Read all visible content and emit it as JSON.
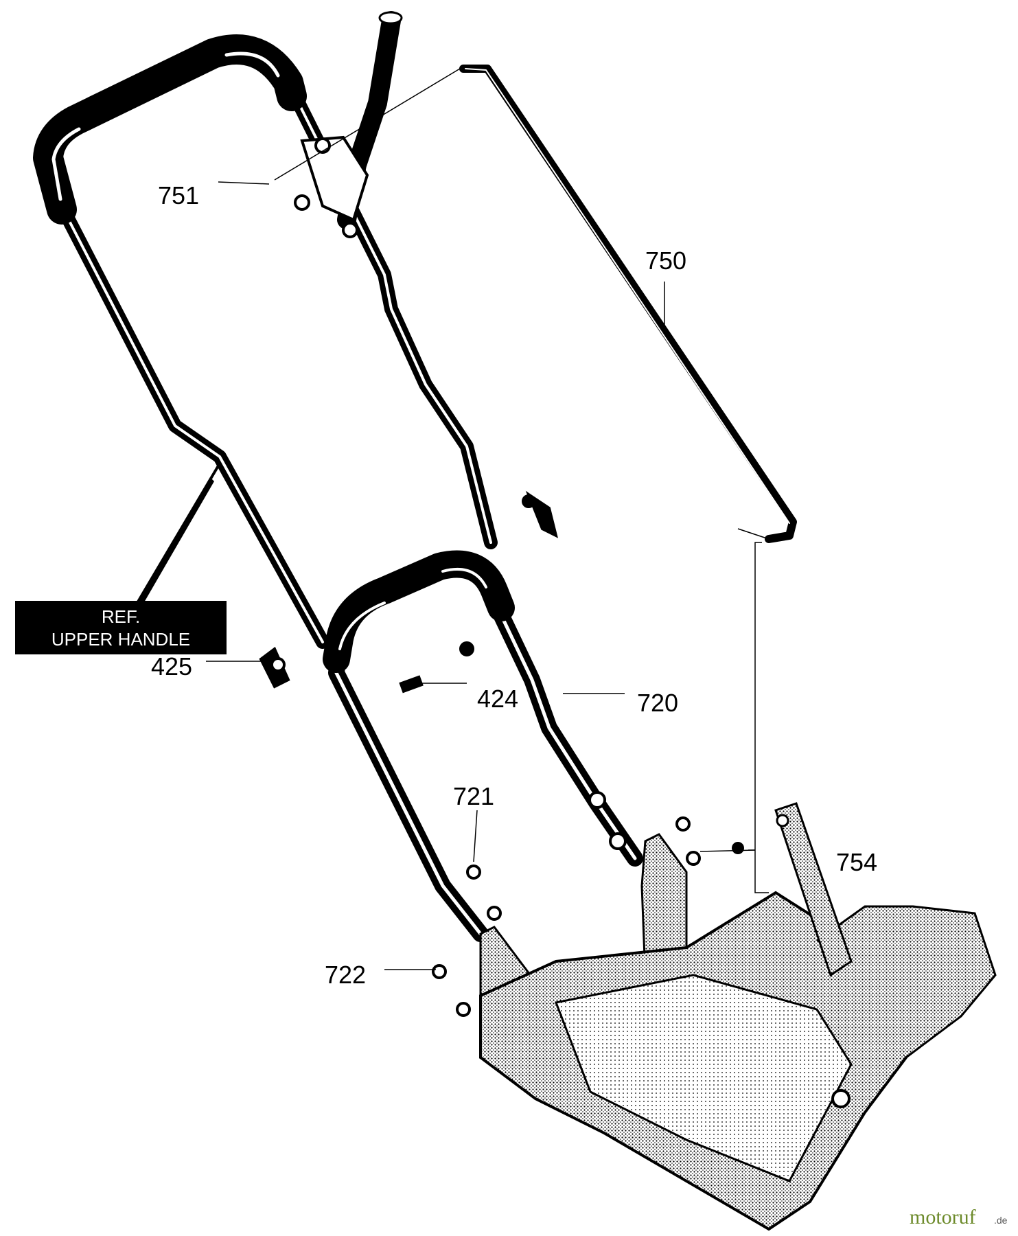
{
  "callouts": {
    "p751": "751",
    "p750": "750",
    "p425": "425",
    "p424": "424",
    "p720": "720",
    "p721": "721",
    "p754": "754",
    "p722": "722"
  },
  "ref_box": {
    "line1": "REF.",
    "line2": "UPPER HANDLE"
  },
  "watermark": {
    "brand": "motoruf",
    "tld": ".de"
  }
}
